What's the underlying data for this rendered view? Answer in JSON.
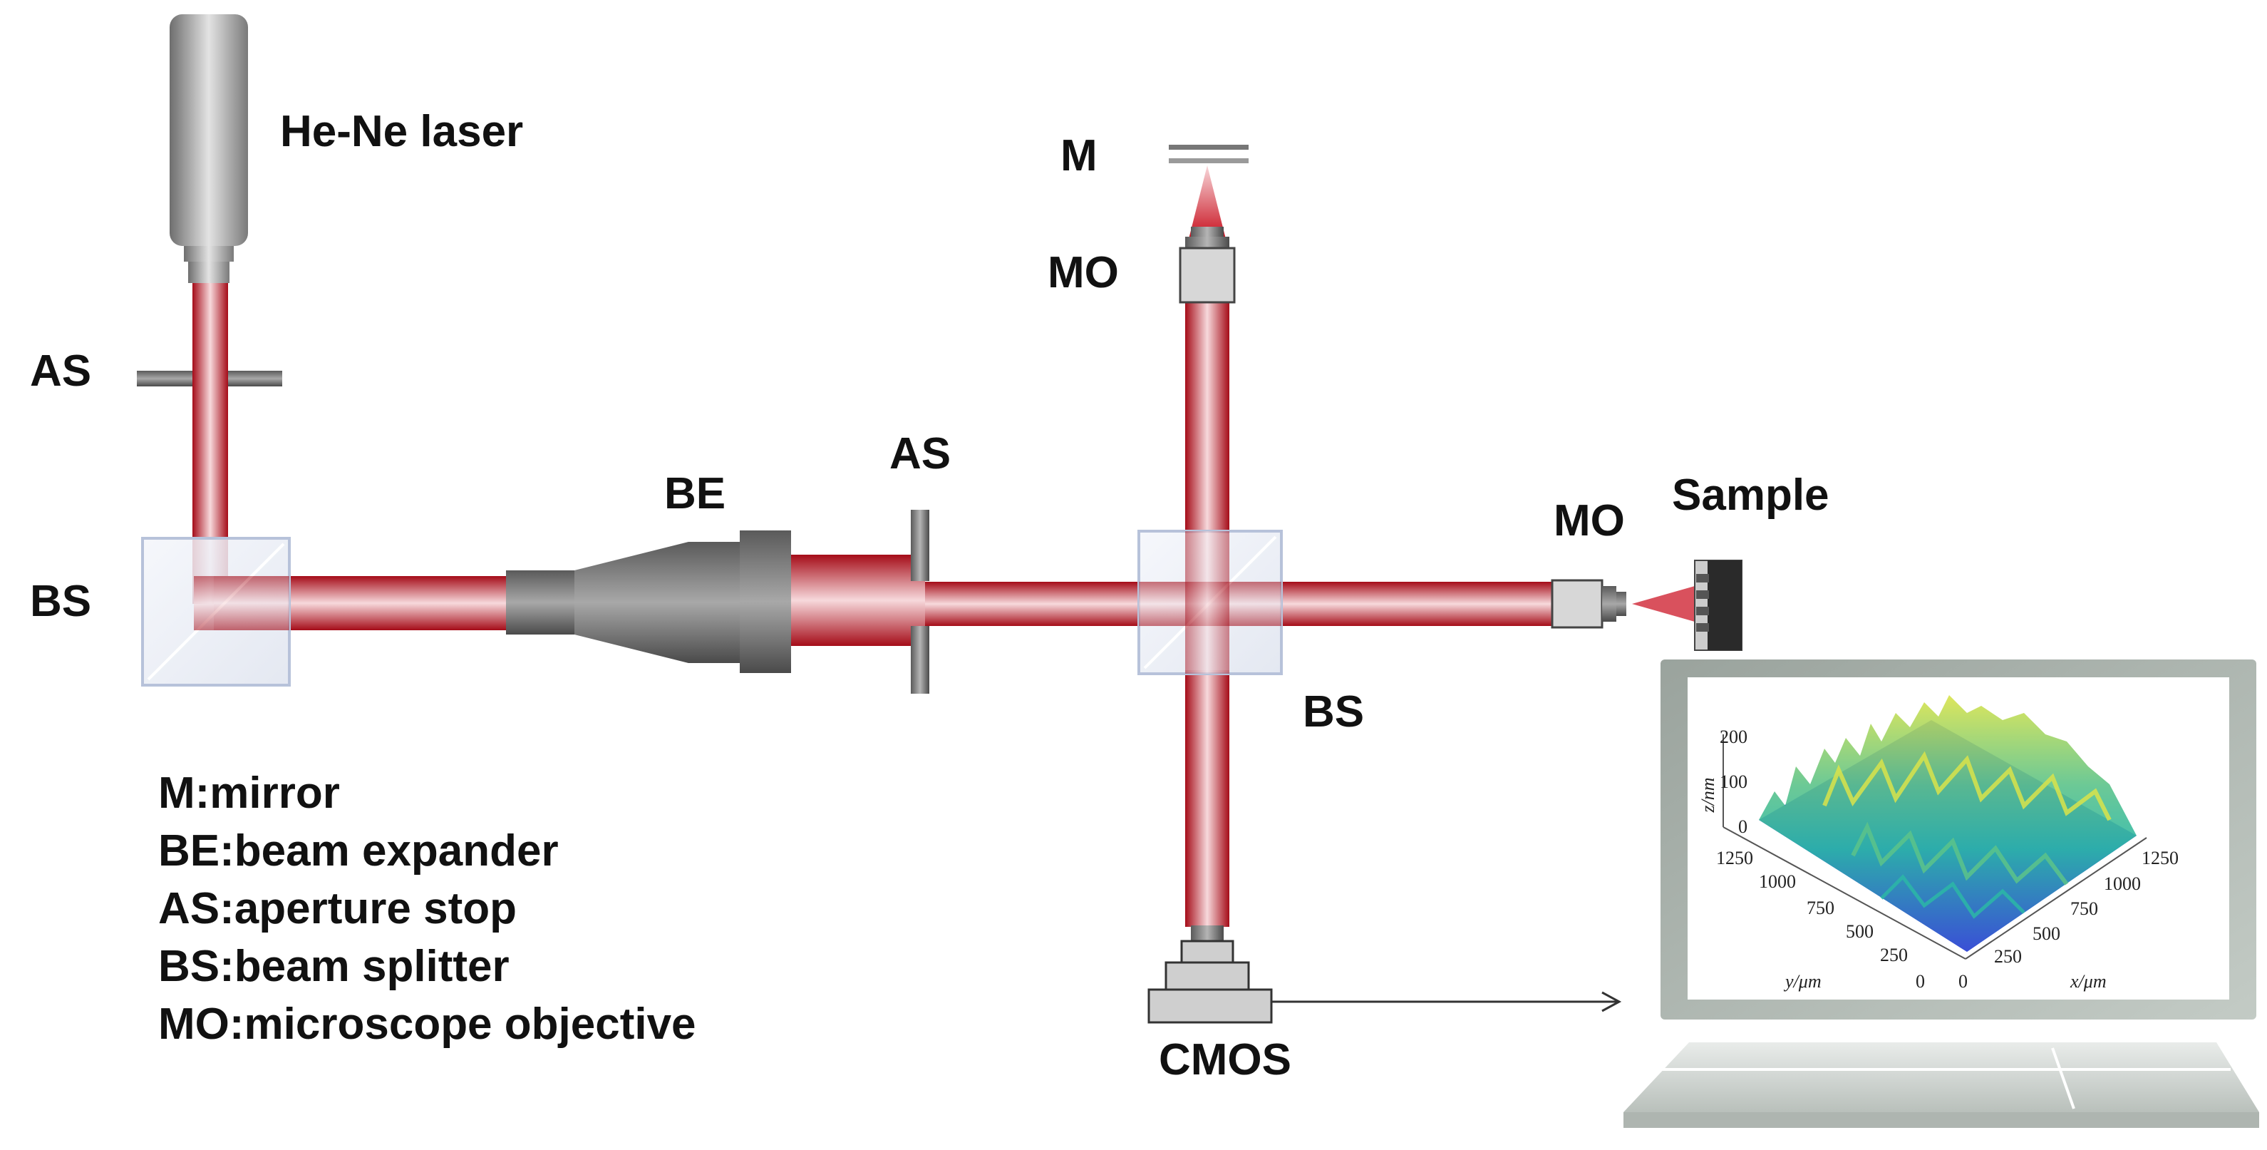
{
  "labels": {
    "laser": "He-Ne laser",
    "as_left": "AS",
    "bs_left": "BS",
    "be": "BE",
    "as_mid": "AS",
    "mirror": "M",
    "mo_top": "MO",
    "mo_right": "MO",
    "sample": "Sample",
    "bs_center": "BS",
    "cmos": "CMOS"
  },
  "legend": [
    "M:mirror",
    "BE:beam expander",
    "AS:aperture stop",
    "BS:beam splitter",
    "MO:microscope objective"
  ],
  "plot": {
    "z_axis_label": "z/nm",
    "y_axis_label": "y/μm",
    "x_axis_label": "x/μm",
    "z_ticks": [
      "200",
      "100",
      "0"
    ],
    "y_ticks": [
      "1250",
      "1000",
      "750",
      "500",
      "250",
      "0"
    ],
    "x_ticks": [
      "0",
      "250",
      "500",
      "750",
      "1000",
      "1250"
    ]
  },
  "colors": {
    "beam": "#c8101e",
    "beam_highlight": "#f6d2d6",
    "component_gray": "#6b6b6b",
    "surface_low": "#3a4fd6",
    "surface_mid": "#2bb7a6",
    "surface_high": "#d9e34a"
  }
}
